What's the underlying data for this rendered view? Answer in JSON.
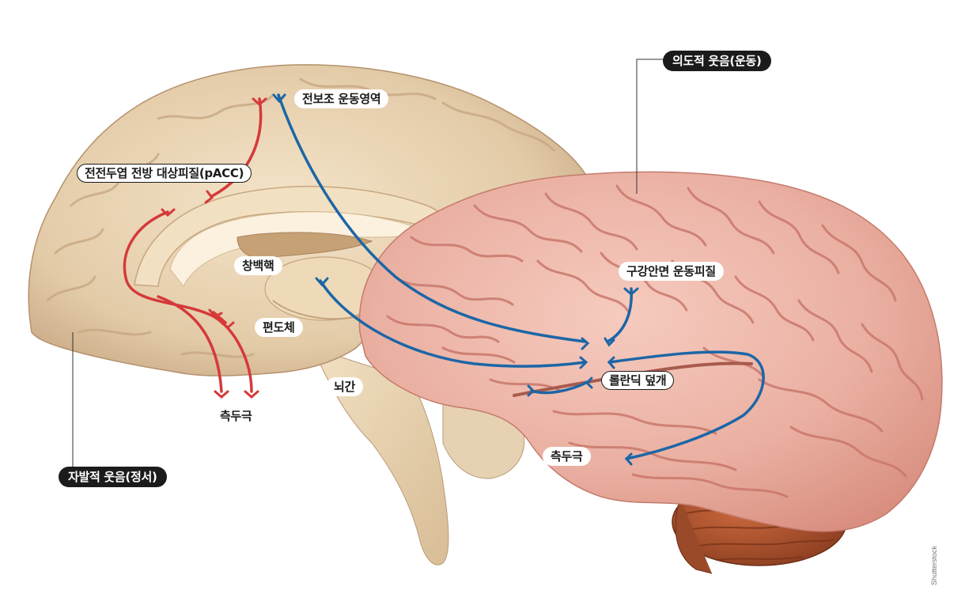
{
  "labels": {
    "premotor": "전보조 운동영역",
    "pacc": "전전두엽 전방 대상피질(pACC)",
    "striatum": "창백핵",
    "amygdala": "편도체",
    "brainstem": "뇌간",
    "hypothalamus_left": "측두극",
    "oral_facial_motor": "구강안면 운동피질",
    "rolandic": "롤란딕 덮개",
    "temporal_pole_right": "측두극"
  },
  "legend": {
    "voluntary": "의도적 웃음(운동)",
    "spontaneous": "자발적 웃음(정서)"
  },
  "credit": "Shutterstock",
  "colors": {
    "voluntary_path": "#1c66a6",
    "spontaneous_path": "#d6393a",
    "cortex_pink": "#eeb3a6",
    "medial_beige": "#e8d3b6",
    "cerebellum": "#a8522e"
  }
}
